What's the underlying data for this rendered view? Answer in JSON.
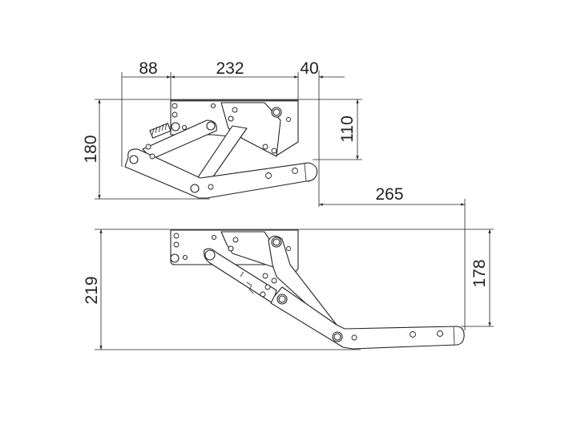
{
  "drawing": {
    "closed_view": {
      "dimensions": {
        "left_offset": "88",
        "plate_width": "232",
        "right_offset": "40",
        "height": "180",
        "plate_height": "110",
        "projection": "265"
      }
    },
    "open_view": {
      "dimensions": {
        "height": "219",
        "arm_drop": "178"
      }
    },
    "line_color": "#222222"
  }
}
